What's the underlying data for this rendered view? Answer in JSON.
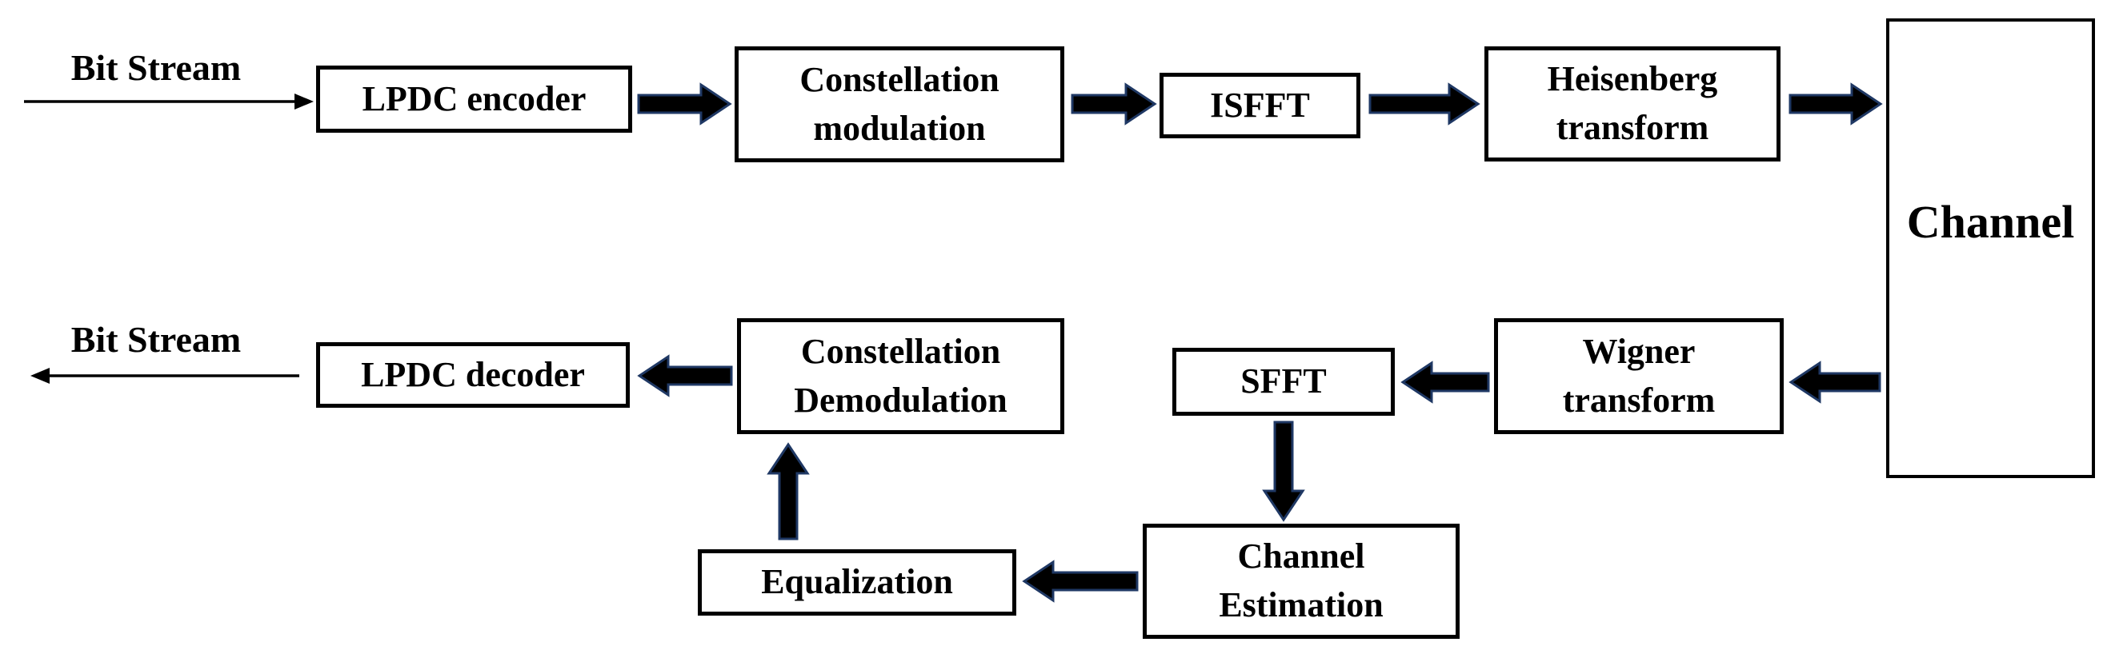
{
  "diagram": {
    "type": "block-diagram",
    "description": "Transceiver block diagram with forward (top) and reverse (bottom) signal chains passing through a channel",
    "nodes": {
      "bit_stream_in": "Bit Stream",
      "lpdc_encoder": "LPDC encoder",
      "constellation_modulation": "Constellation\nmodulation",
      "isfft": "ISFFT",
      "heisenberg_transform": "Heisenberg\ntransform",
      "channel": "Channel",
      "wigner_transform": "Wigner\ntransform",
      "sfft": "SFFT",
      "channel_estimation": "Channel\nEstimation",
      "equalization": "Equalization",
      "constellation_demodulation": "Constellation\nDemodulation",
      "lpdc_decoder": "LPDC decoder",
      "bit_stream_out": "Bit Stream"
    },
    "edges": [
      "Bit Stream -> LPDC encoder",
      "LPDC encoder -> Constellation modulation",
      "Constellation modulation -> ISFFT",
      "ISFFT -> Heisenberg transform",
      "Heisenberg transform -> Channel",
      "Channel -> Wigner transform",
      "Wigner transform -> SFFT",
      "SFFT -> Channel Estimation",
      "Channel Estimation -> Equalization",
      "Equalization -> Constellation Demodulation",
      "Constellation Demodulation -> LPDC decoder",
      "LPDC decoder -> Bit Stream"
    ],
    "colors": {
      "background": "#ffffff",
      "box_border": "#000000",
      "text": "#000000",
      "arrow_fill": "#000000",
      "arrow_outline": "#1f3864"
    }
  }
}
